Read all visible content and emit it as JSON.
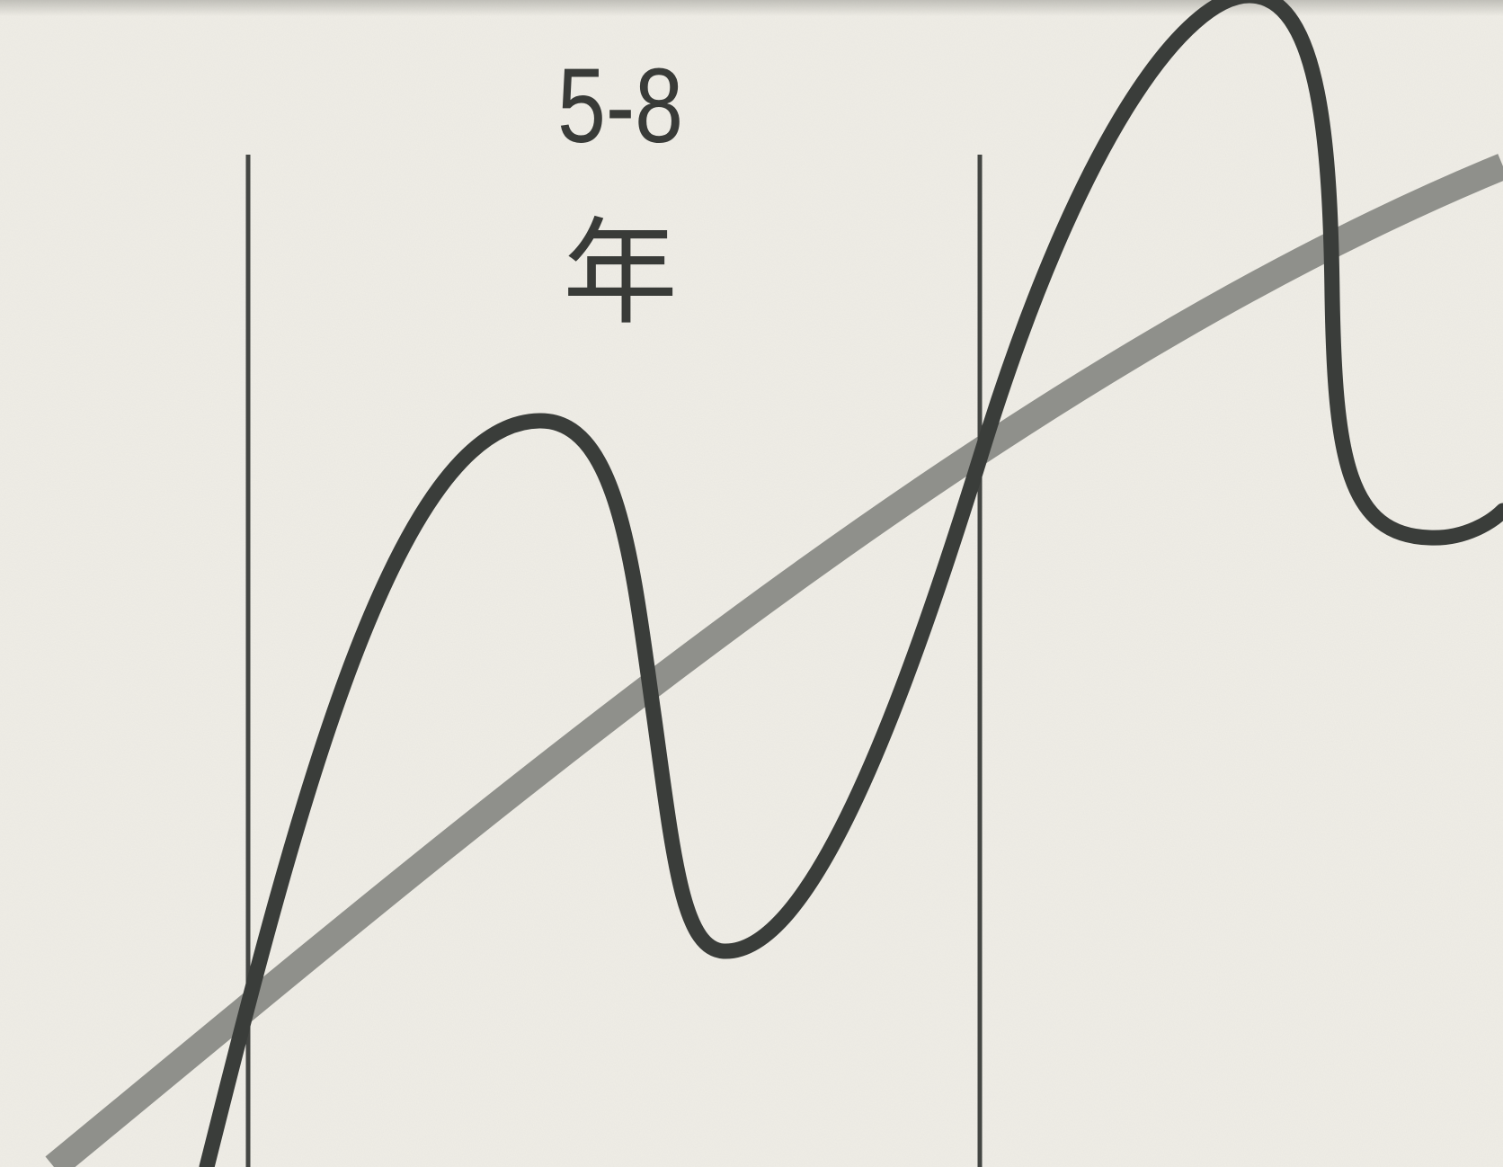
{
  "diagram": {
    "period_label_line1": "5-8",
    "period_label_line2": "年",
    "colors": {
      "background": "#efede6",
      "trend_line": "#8f908b",
      "cycle_curve": "#3a3d3a",
      "boundary_line": "#444643",
      "label": "#393b38"
    },
    "elements": {
      "trend_line": "long-term-trend",
      "cycle_curve": "cyclical-fluctuation",
      "boundaries": [
        "cycle-start-boundary",
        "cycle-end-boundary"
      ]
    }
  }
}
